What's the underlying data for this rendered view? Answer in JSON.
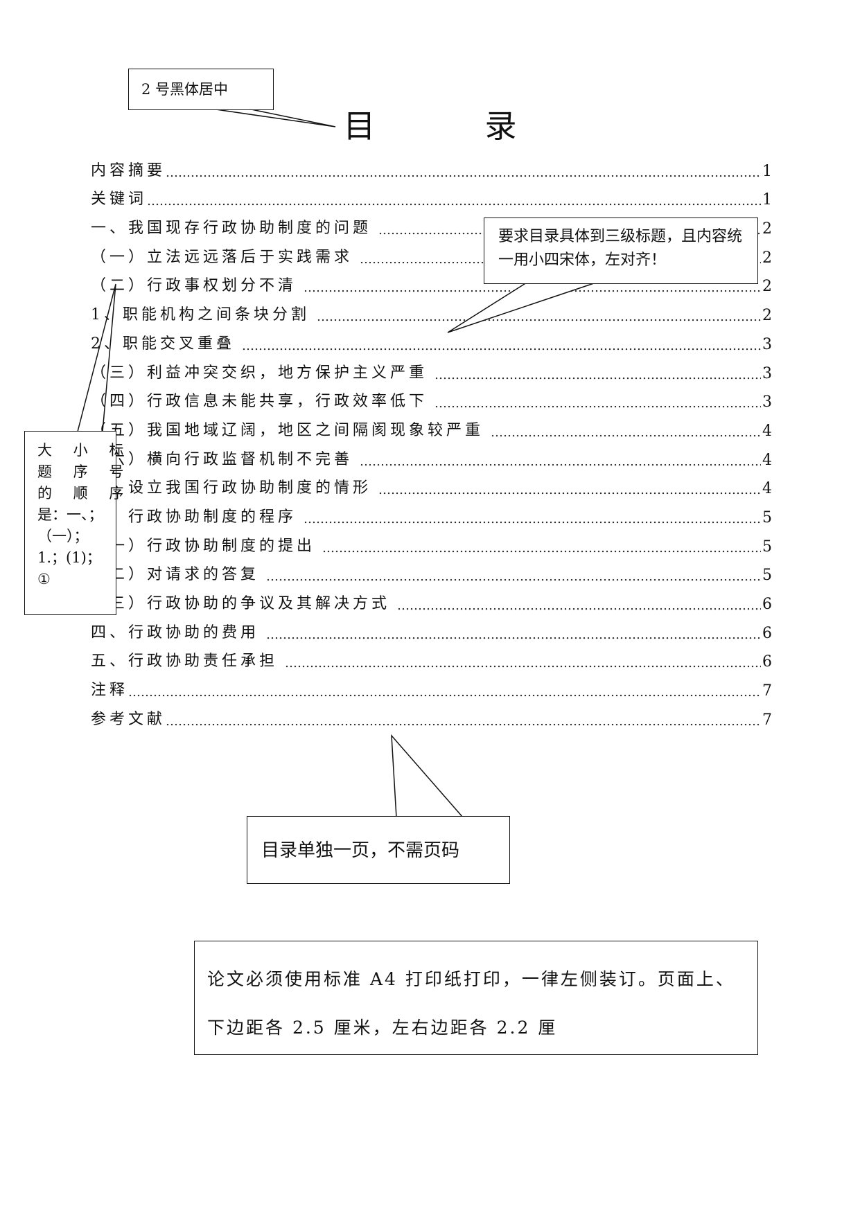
{
  "title": "目　录",
  "toc": [
    {
      "label": "内容摘要",
      "page": "1"
    },
    {
      "label": "关键词",
      "page": "1"
    },
    {
      "label": "一、我国现存行政协助制度的问题",
      "page": "2"
    },
    {
      "label": "（一）立法远远落后于实践需求",
      "page": "2"
    },
    {
      "label": "（二）行政事权划分不清",
      "page": "2"
    },
    {
      "label": "1、职能机构之间条块分割",
      "page": "2"
    },
    {
      "label": "2、职能交叉重叠",
      "page": "3"
    },
    {
      "label": "（三）利益冲突交织，地方保护主义严重",
      "page": "3"
    },
    {
      "label": "（四）行政信息未能共享，行政效率低下",
      "page": "3"
    },
    {
      "label": "（五）我国地域辽阔，地区之间隔阂现象较严重",
      "page": "4"
    },
    {
      "label": "（六）横向行政监督机制不完善",
      "page": "4"
    },
    {
      "label": "二、设立我国行政协助制度的情形",
      "page": "4"
    },
    {
      "label": "三、行政协助制度的程序",
      "page": "5"
    },
    {
      "label": "（一）行政协助制度的提出",
      "page": "5"
    },
    {
      "label": "（二）对请求的答复",
      "page": "5"
    },
    {
      "label": "（三）行政协助的争议及其解决方式",
      "page": "6"
    },
    {
      "label": "四、行政协助的费用",
      "page": "6"
    },
    {
      "label": "五、行政协助责任承担",
      "page": "6"
    },
    {
      "label": "注释",
      "page": "7"
    },
    {
      "label": "参考文献",
      "page": "7"
    }
  ],
  "notes": {
    "title_format": "2 号黑体居中",
    "outline_requirement": "要求目录具体到三级标题，且内容统一用小四宋体，左对齐！",
    "numbering_order": [
      "大 小 标",
      "题 序 号",
      "的 顺 序",
      "是：一、；",
      "（一）；",
      "1.；(1)；",
      "①"
    ],
    "single_page": "目录单独一页，不需页码",
    "paper_spec": [
      "论文必须使用标准 A4 打印纸打印，一律左侧装订。页面上、",
      "下边距各 2.5 厘米，左右边距各 2.2 厘"
    ]
  }
}
